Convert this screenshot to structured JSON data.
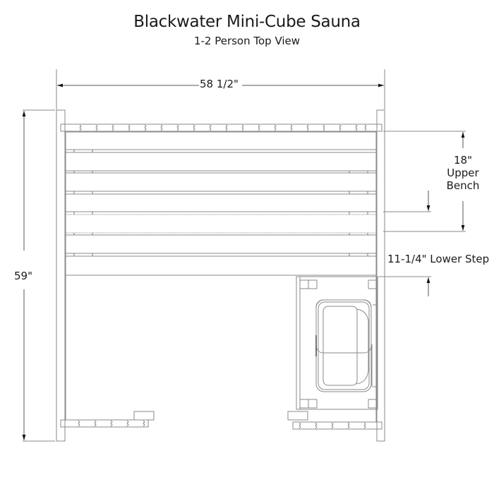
{
  "header": {
    "title": "Blackwater Mini-Cube Sauna",
    "subtitle": "1-2 Person Top View"
  },
  "dimensions": {
    "width": "58 1/2\"",
    "depth": "59\"",
    "upper_bench_value": "18\"",
    "upper_bench_line1": "Upper",
    "upper_bench_line2": "Bench",
    "lower_step": "11-1/4\" Lower Step"
  },
  "drawing": {
    "view": "top",
    "components": [
      "left-wall",
      "right-wall",
      "top-wall-rail",
      "bench-slats",
      "heater-cabinet",
      "heater",
      "bottom-left-wall-rail",
      "bottom-right-wall-rail"
    ],
    "slat_count": 7,
    "line_color": "#8a8a8a",
    "text_color": "#1a1a1a"
  }
}
